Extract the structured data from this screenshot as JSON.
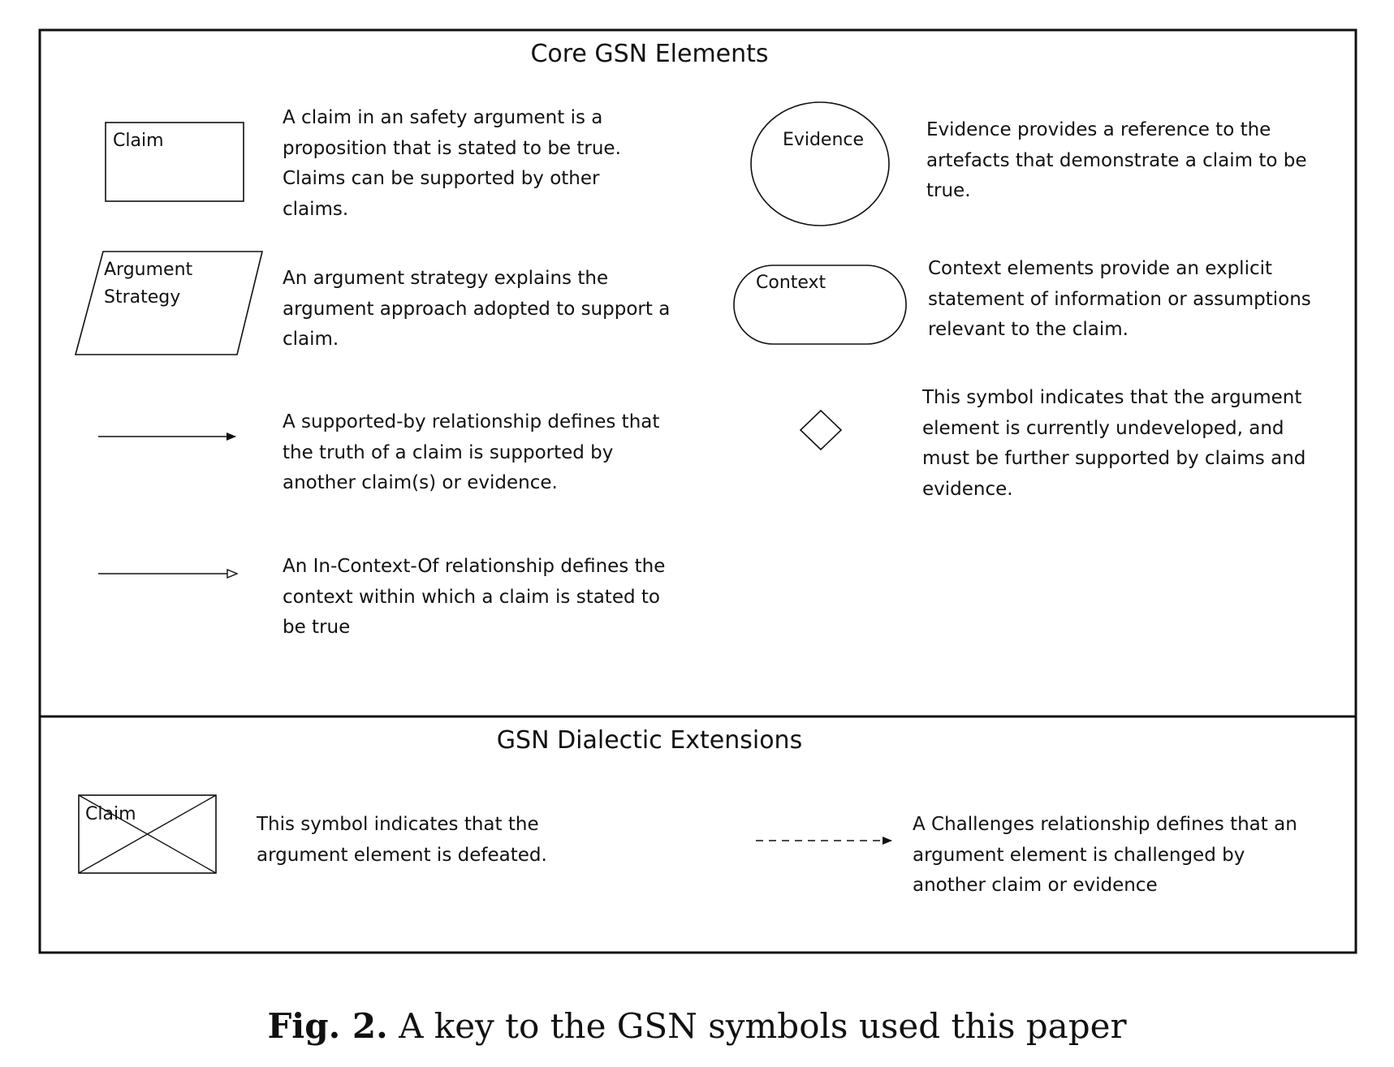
{
  "core_section": {
    "title": "Core GSN Elements",
    "items": [
      {
        "symbol": "claim-box",
        "label": "Claim",
        "description": "A claim in an safety argument is a proposition that is stated to be true. Claims can be supported by other claims."
      },
      {
        "symbol": "argument-strategy-parallelogram",
        "label_line1": "Argument",
        "label_line2": "Strategy",
        "description": "An argument strategy explains the argument approach adopted to support a claim."
      },
      {
        "symbol": "solid-arrow-icon",
        "description": "A supported-by relationship defines that the truth of a claim is supported by another claim(s) or evidence."
      },
      {
        "symbol": "hollow-arrow-icon",
        "description": "An In-Context-Of relationship defines the context within which a claim is stated to be true"
      },
      {
        "symbol": "evidence-circle",
        "label": "Evidence",
        "description": "Evidence provides a reference to the artefacts that demonstrate a claim to be true."
      },
      {
        "symbol": "context-rounded-rect",
        "label": "Context",
        "description": "Context elements provide an explicit statement of information or assumptions relevant to the claim."
      },
      {
        "symbol": "undeveloped-diamond-icon",
        "description": "This symbol indicates that the argument element is currently undeveloped, and must be further supported by claims and evidence."
      }
    ]
  },
  "dialectic_section": {
    "title": "GSN Dialectic Extensions",
    "items": [
      {
        "symbol": "defeated-claim-box",
        "label": "Claim",
        "description": "This symbol indicates that the argument element is defeated."
      },
      {
        "symbol": "dashed-arrow-icon",
        "description": "A Challenges relationship defines that an argument element is challenged by another claim or evidence"
      }
    ]
  },
  "caption": {
    "label": "Fig. 2.",
    "text": "A key to the GSN symbols used this paper"
  }
}
